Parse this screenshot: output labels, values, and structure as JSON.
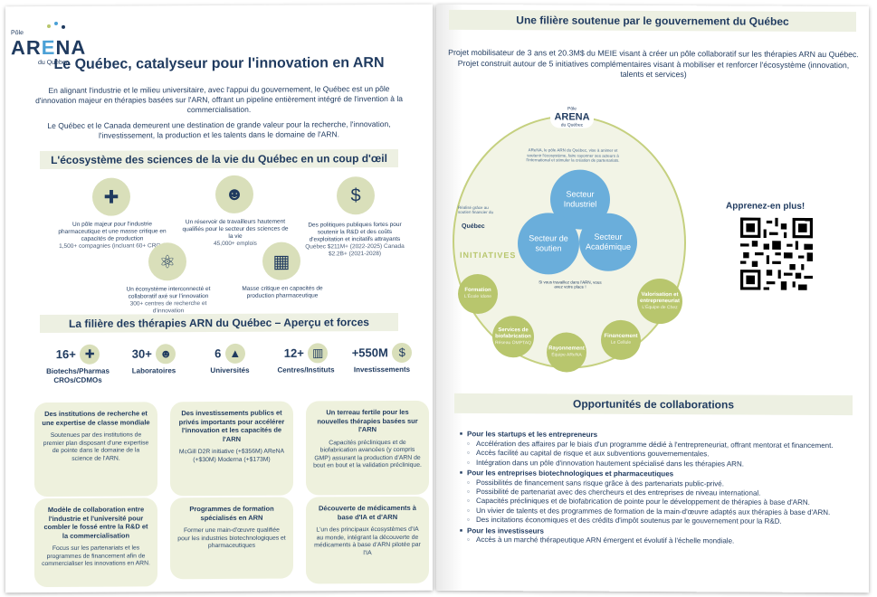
{
  "logo": {
    "small": "Pôle",
    "main_a": "AR",
    "main_e": "E",
    "main_na": "NA",
    "sub": "du Québec"
  },
  "left": {
    "title": "Le Québec, catalyseur pour l'innovation en ARN",
    "intro_1": "En alignant l'industrie et le milieu universitaire, avec l'appui du gouvernement, le Québec est un pôle d'innovation majeur en thérapies basées sur l'ARN, offrant un pipeline entièrement intégré de l'invention à la commercialisation.",
    "intro_2": "Le Québec et le Canada demeurent une destination de grande valeur pour la recherche, l'innovation, l'investissement, la production et les talents dans le domaine de l'ARN.",
    "eco_title": "L'écosystème des sciences de la vie du Québec en un coup d'œil",
    "eco": [
      {
        "icon": "✚",
        "text": "Un pôle majeur pour l'industrie pharmaceutique et une masse critique en capacités de production",
        "sub": "1,500+ compagnies (incluant 60+ CROs)"
      },
      {
        "icon": "☻",
        "text": "Un réservoir de travailleurs hautement qualifiés pour le secteur des sciences de la vie",
        "sub": "45,000+ emplois"
      },
      {
        "icon": "$",
        "text": "Des politiques publiques fortes pour soutenir la R&D et des coûts d'exploitation et incitatifs attrayants",
        "sub": "Québec $211M+ (2022-2025) Canada $2.2B+ (2021-2028)"
      },
      {
        "icon": "⚛",
        "text": "Un écosystème interconnecté et collaboratif axé sur l'innovation",
        "sub": "300+ centres de recherche et d'innovation"
      },
      {
        "icon": "▦",
        "text": "Masse critique en capacités de production pharmaceutique",
        "sub": ""
      }
    ],
    "forces_title": "La filière des thérapies ARN du Québec – Aperçu et forces",
    "stats": [
      {
        "num": "16+",
        "icon": "✚",
        "label": "Biotechs/Pharmas CROs/CDMOs"
      },
      {
        "num": "30+",
        "icon": "☻",
        "label": "Laboratoires"
      },
      {
        "num": "6",
        "icon": "▲",
        "label": "Universités"
      },
      {
        "num": "12+",
        "icon": "▥",
        "label": "Centres/Instituts"
      },
      {
        "num": "+550M",
        "icon": "$",
        "label": "Investissements"
      }
    ],
    "cards": [
      {
        "title": "Des institutions de recherche et une expertise de classe mondiale",
        "body": "Soutenues par des institutions de premier plan disposant d'une expertise de pointe dans le domaine de la science de l'ARN."
      },
      {
        "title": "Des investissements publics et privés importants pour accélérer l'innovation et les capacités de l'ARN",
        "body": "McGill D2R initiative (+$356M) AReNA (+$30M) Moderna (+$173M)"
      },
      {
        "title": "Un terreau fertile pour les nouvelles thérapies basées sur l'ARN",
        "body": "Capacités précliniques et de biofabrication avancées (y compris GMP) assurant la production d'ARN de bout en bout et la validation préclinique."
      },
      {
        "title": "Modèle de collaboration entre l'industrie et l'université pour combler le fossé entre la R&D et la commercialisation",
        "body": "Focus sur les partenariats et les programmes de financement afin de commercialiser les innovations en ARN."
      },
      {
        "title": "Programmes de formation spécialisés en ARN",
        "body": "Former une main-d'œuvre qualifiée pour les industries biotechnologiques et pharmaceutiques"
      },
      {
        "title": "Découverte de médicaments à base d'IA et d'ARN",
        "body": "L'un des principaux écosystèmes d'IA au monde, intégrant la découverte de médicaments à base d'ARN pilotée par l'IA"
      }
    ]
  },
  "right": {
    "title": "Une filière soutenue par le gouvernement du Québec",
    "intro_1": "Projet mobilisateur de 3 ans et 20.3M$ du MEIE visant à créer un pôle collaboratif sur les thérapies ARN au Québec.",
    "intro_2": "Projet construit autour de 5 initiatives complémentaires visant à mobiliser et renforcer l'écosystème (innovation, talents et services)",
    "diagram": {
      "logo_small": "Pôle",
      "logo_main": "ARENA",
      "logo_sub": "du Québec",
      "blurb": "AReNA, le pôle ARN du Québec, vise à animer et soutenir l'écosystème, faire rayonner ses acteurs à l'international et stimuler la création de partenariats.",
      "gov_label": "Réalisé grâce au soutien financier du",
      "gov_name": "Québec",
      "initiatives_label": "INITIATIVES",
      "sectors": [
        "Secteur Industriel",
        "Secteur de soutien",
        "Secteur Académique"
      ],
      "center_note": "Si vous travaillez dans l'ARN, vous avez votre place !",
      "initiatives": [
        {
          "name": "Formation",
          "sub": "L'École Idone"
        },
        {
          "name": "Services de biofabrication",
          "sub": "Réseau OMPTAQ"
        },
        {
          "name": "Rayonnement",
          "sub": "Équipe AReNA"
        },
        {
          "name": "Financement",
          "sub": "Le Cellule"
        },
        {
          "name": "Valorisation et entrepreneuriat",
          "sub": "L'Équipe de Chez"
        }
      ]
    },
    "learn_more": "Apprenez-en plus!",
    "opp_title": "Opportunités de collaborations",
    "opportunities": [
      {
        "head": "Pour les startups et les entrepreneurs",
        "items": [
          "Accélération des affaires par le biais d'un programme dédié à l'entrepreneuriat, offrant mentorat et financement.",
          "Accès facilité au capital de risque et aux subventions gouvernementales.",
          "Intégration dans un pôle d'innovation hautement spécialisé dans les thérapies ARN."
        ]
      },
      {
        "head": "Pour les entreprises biotechnologiques et pharmaceutiques",
        "items": [
          "Possibilités de financement sans risque grâce à des partenariats public-privé.",
          "Possibilité de partenariat avec des chercheurs et des entreprises de niveau international.",
          "Capacités précliniques et de biofabrication de pointe pour le développement de thérapies à base d'ARN.",
          "Un vivier de talents et des programmes de formation de la main-d'œuvre adaptés aux thérapies à base d'ARN.",
          "Des incitations économiques et des crédits d'impôt soutenus par le gouvernement pour la R&D."
        ]
      },
      {
        "head": "Pour les investisseurs",
        "items": [
          "Accès à un marché thérapeutique ARN émergent et évolutif à l'échelle mondiale."
        ]
      }
    ],
    "colors": {
      "navy": "#1f3a5f",
      "green": "#b8c66d",
      "blue": "#6aaedb",
      "band": "#edf0e2"
    }
  }
}
